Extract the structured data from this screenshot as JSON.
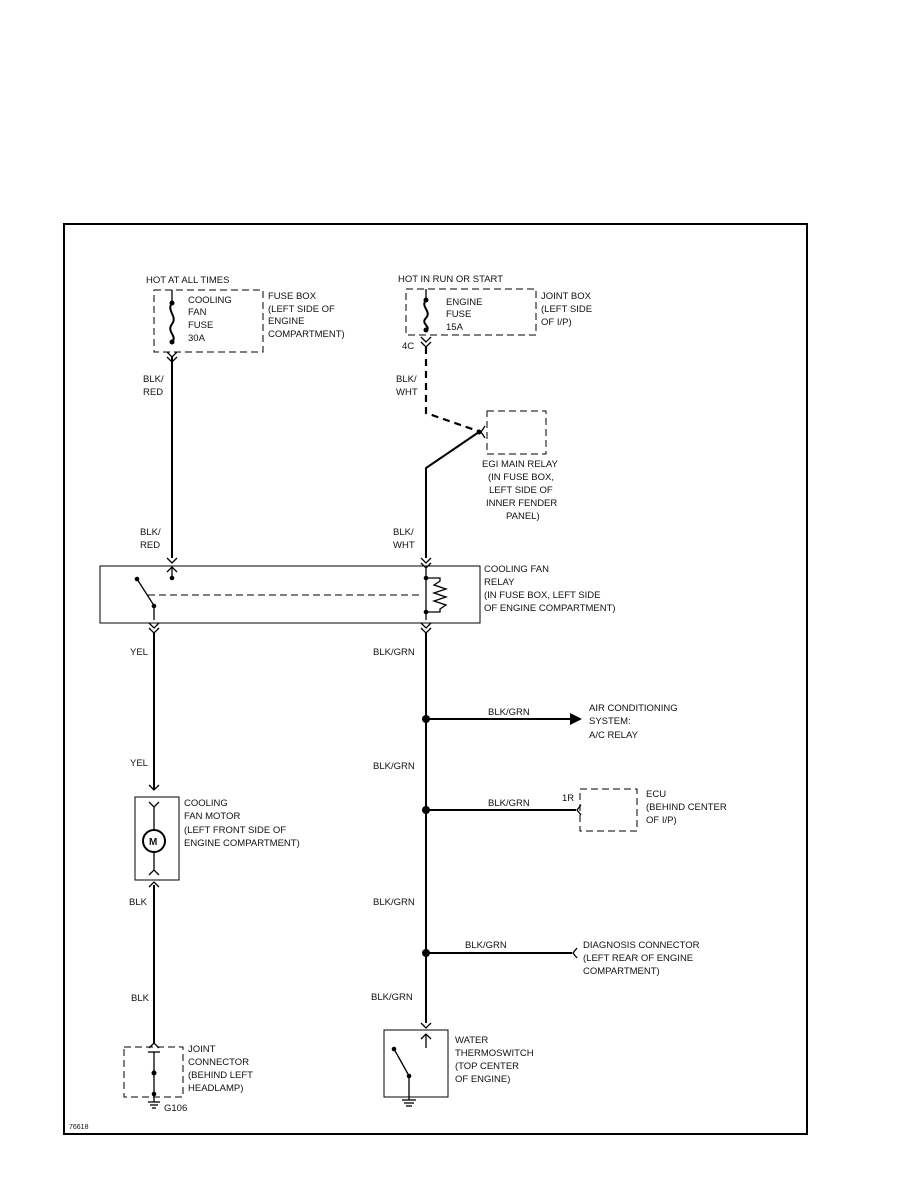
{
  "diagram": {
    "figure_id": "76618",
    "power_sources": {
      "hot_at_all_times": "HOT AT ALL TIMES",
      "hot_in_run_or_start": "HOT IN RUN OR START"
    },
    "fuse_box": {
      "fuse_lines": [
        "COOLING",
        "FAN",
        "FUSE",
        "30A"
      ],
      "location_lines": [
        "FUSE BOX",
        "(LEFT SIDE OF",
        "ENGINE",
        "COMPARTMENT)"
      ]
    },
    "joint_box": {
      "fuse_lines": [
        "ENGINE",
        "FUSE",
        "15A"
      ],
      "location_lines": [
        "JOINT BOX",
        "(LEFT SIDE",
        "OF I/P)"
      ],
      "terminal": "4C"
    },
    "egi_main_relay": {
      "lines": [
        "EGI MAIN RELAY",
        "(IN FUSE BOX,",
        "LEFT SIDE OF",
        "INNER FENDER",
        "PANEL)"
      ]
    },
    "cooling_fan_relay": {
      "lines": [
        "COOLING FAN",
        "RELAY",
        "(IN FUSE BOX, LEFT SIDE",
        "OF ENGINE COMPARTMENT)"
      ]
    },
    "cooling_fan_motor": {
      "symbol": "M",
      "lines": [
        "COOLING",
        "FAN MOTOR",
        "(LEFT FRONT SIDE OF",
        "ENGINE COMPARTMENT)"
      ]
    },
    "joint_connector": {
      "lines": [
        "JOINT",
        "CONNECTOR",
        "(BEHIND LEFT",
        "HEADLAMP)"
      ],
      "ground": "G106"
    },
    "water_thermoswitch": {
      "lines": [
        "WATER",
        "THERMOSWITCH",
        "(TOP CENTER",
        "OF ENGINE)"
      ]
    },
    "air_conditioning": {
      "lines": [
        "AIR CONDITIONING",
        "SYSTEM:",
        "A/C RELAY"
      ]
    },
    "ecu": {
      "lines": [
        "ECU",
        "(BEHIND CENTER",
        "OF I/P)"
      ],
      "terminal": "1R"
    },
    "diagnosis_connector": {
      "lines": [
        "DIAGNOSIS CONNECTOR",
        "(LEFT REAR OF ENGINE",
        "COMPARTMENT)"
      ]
    },
    "wire_labels": {
      "blk": "BLK/",
      "red": "RED",
      "wht": "WHT",
      "yel": "YEL",
      "blk_solid": "BLK",
      "blk_grn": "BLK/GRN"
    }
  }
}
